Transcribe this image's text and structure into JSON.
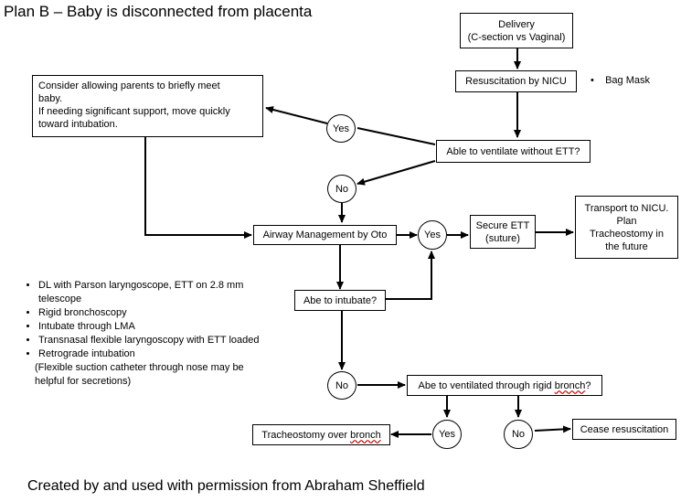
{
  "title": "Plan B – Baby is disconnected from placenta",
  "credit": "Created by and used with permission from Abraham Sheffield",
  "nodes": {
    "delivery": {
      "line1": "Delivery",
      "line2": "(C-section vs Vaginal)"
    },
    "resuscitation": "Resuscitation by NICU",
    "bag_mask": "Bag Mask",
    "parents": {
      "line1": "Consider allowing parents to briefly meet",
      "line2": "baby.",
      "line3": "If needing significant support, move quickly",
      "line4": "toward intubation."
    },
    "able_ventilate": "Able to ventilate without ETT?",
    "airway": "Airway Management by Oto",
    "secure_ett": {
      "line1": "Secure ETT",
      "line2": "(suture)"
    },
    "transport": {
      "line1": "Transport to NICU.",
      "line2": "Plan",
      "line3": "Tracheostomy in",
      "line4": "the future"
    },
    "abe_intubate": "Abe to intubate?",
    "abe_ventilated": {
      "prefix": "Abe to ventilated through rigid ",
      "word": "bronch",
      "suffix": "?"
    },
    "tracheostomy": {
      "prefix": "Tracheostomy over ",
      "word": "bronch"
    },
    "cease": "Cease resuscitation",
    "yes": "Yes",
    "no": "No"
  },
  "options": {
    "items": [
      "DL with Parson laryngoscope, ETT on 2.8 mm telescope",
      "Rigid bronchoscopy",
      "Intubate through LMA",
      "Transnasal flexible laryngoscopy with ETT loaded",
      "Retrograde intubation"
    ],
    "footnote": "(Flexible suction catheter through nose may be helpful for secretions)"
  }
}
